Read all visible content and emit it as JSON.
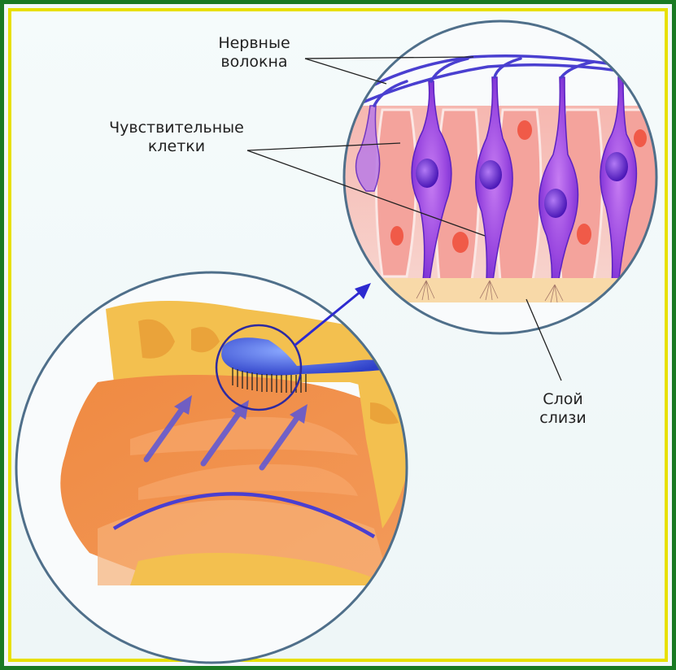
{
  "labels": {
    "nerve_fibers": [
      "Нервные",
      "волокна"
    ],
    "sensory_cells": [
      "Чувствительные",
      "клетки"
    ],
    "mucus_layer": [
      "Слой",
      "слизи"
    ]
  },
  "colors": {
    "frame_outer": "#1a7a23",
    "frame_inner": "#e8e000",
    "nerve": "#4a3fd0",
    "sensory_cell": "#9a48e0",
    "support_cell": "#f5a9a4",
    "nasal_tissue": "#f08a4a",
    "bone": "#f3c04f",
    "airflow_arrow": "#5a56d8"
  }
}
